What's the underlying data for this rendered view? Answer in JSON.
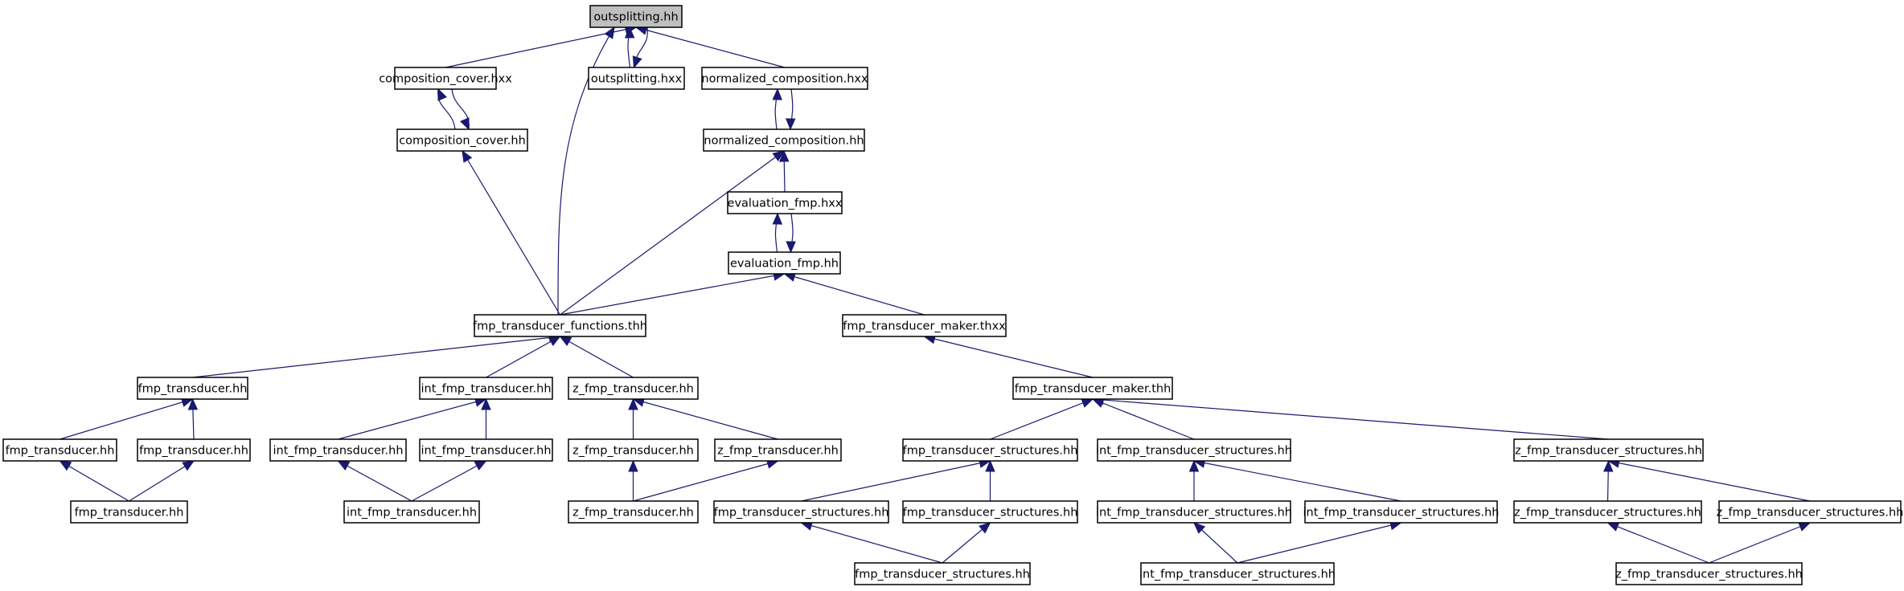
{
  "diagram": {
    "root_label": "outsplitting.hh",
    "labels": {
      "outsplitting_hh": "outsplitting.hh",
      "composition_cover_hxx": "composition_cover.hxx",
      "outsplitting_hxx": "outsplitting.hxx",
      "normalized_composition_hxx": "normalized_composition.hxx",
      "composition_cover_hh": "composition_cover.hh",
      "normalized_composition_hh": "normalized_composition.hh",
      "evaluation_fmp_hxx": "evaluation_fmp.hxx",
      "evaluation_fmp_hh": "evaluation_fmp.hh",
      "fmp_transducer_functions_thh": "fmp_transducer_functions.thh",
      "fmp_transducer_maker_thxx": "fmp_transducer_maker.thxx",
      "fmp_transducer_hh_a": "fmp_transducer.hh",
      "int_fmp_transducer_hh_a": "int_fmp_transducer.hh",
      "z_fmp_transducer_hh_a": "z_fmp_transducer.hh",
      "fmp_transducer_maker_thh": "fmp_transducer_maker.thh",
      "fmp_transducer_hh_b": "fmp_transducer.hh",
      "fmp_transducer_hh_c": "fmp_transducer.hh",
      "int_fmp_transducer_hh_b": "int_fmp_transducer.hh",
      "int_fmp_transducer_hh_c": "int_fmp_transducer.hh",
      "z_fmp_transducer_hh_b": "z_fmp_transducer.hh",
      "z_fmp_transducer_hh_c": "z_fmp_transducer.hh",
      "fmp_transducer_structures_hh_a": "fmp_transducer_structures.hh",
      "int_fmp_transducer_structures_hh_a": "int_fmp_transducer_structures.hh",
      "z_fmp_transducer_structures_hh_a": "z_fmp_transducer_structures.hh",
      "fmp_transducer_hh_d": "fmp_transducer.hh",
      "int_fmp_transducer_hh_d": "int_fmp_transducer.hh",
      "z_fmp_transducer_hh_d": "z_fmp_transducer.hh",
      "fmp_transducer_structures_hh_b": "fmp_transducer_structures.hh",
      "fmp_transducer_structures_hh_c": "fmp_transducer_structures.hh",
      "int_fmp_transducer_structures_hh_b": "int_fmp_transducer_structures.hh",
      "int_fmp_transducer_structures_hh_c": "int_fmp_transducer_structures.hh",
      "z_fmp_transducer_structures_hh_b": "z_fmp_transducer_structures.hh",
      "z_fmp_transducer_structures_hh_c": "z_fmp_transducer_structures.hh",
      "fmp_transducer_structures_hh_d": "fmp_transducer_structures.hh",
      "int_fmp_transducer_structures_hh_d": "int_fmp_transducer_structures.hh",
      "z_fmp_transducer_structures_hh_d": "z_fmp_transducer_structures.hh"
    },
    "edges": [
      [
        "composition_cover_hxx",
        "outsplitting_hh"
      ],
      [
        "fmp_transducer_functions_thh",
        "outsplitting_hh"
      ],
      [
        "outsplitting_hh",
        "outsplitting_hxx"
      ],
      [
        "outsplitting_hxx",
        "outsplitting_hh"
      ],
      [
        "normalized_composition_hxx",
        "outsplitting_hh"
      ],
      [
        "composition_cover_hh",
        "composition_cover_hxx"
      ],
      [
        "composition_cover_hxx",
        "composition_cover_hh"
      ],
      [
        "normalized_composition_hh",
        "normalized_composition_hxx"
      ],
      [
        "normalized_composition_hxx",
        "normalized_composition_hh"
      ],
      [
        "fmp_transducer_functions_thh",
        "composition_cover_hh"
      ],
      [
        "fmp_transducer_functions_thh",
        "normalized_composition_hh"
      ],
      [
        "evaluation_fmp_hxx",
        "normalized_composition_hh"
      ],
      [
        "evaluation_fmp_hh",
        "evaluation_fmp_hxx"
      ],
      [
        "evaluation_fmp_hxx",
        "evaluation_fmp_hh"
      ],
      [
        "fmp_transducer_functions_thh",
        "evaluation_fmp_hh"
      ],
      [
        "fmp_transducer_maker_thxx",
        "evaluation_fmp_hh"
      ],
      [
        "fmp_transducer_hh_a",
        "fmp_transducer_functions_thh"
      ],
      [
        "int_fmp_transducer_hh_a",
        "fmp_transducer_functions_thh"
      ],
      [
        "z_fmp_transducer_hh_a",
        "fmp_transducer_functions_thh"
      ],
      [
        "fmp_transducer_maker_thh",
        "fmp_transducer_maker_thxx"
      ],
      [
        "fmp_transducer_hh_b",
        "fmp_transducer_hh_a"
      ],
      [
        "fmp_transducer_hh_c",
        "fmp_transducer_hh_a"
      ],
      [
        "int_fmp_transducer_hh_b",
        "int_fmp_transducer_hh_a"
      ],
      [
        "int_fmp_transducer_hh_c",
        "int_fmp_transducer_hh_a"
      ],
      [
        "z_fmp_transducer_hh_b",
        "z_fmp_transducer_hh_a"
      ],
      [
        "z_fmp_transducer_hh_c",
        "z_fmp_transducer_hh_a"
      ],
      [
        "fmp_transducer_structures_hh_a",
        "fmp_transducer_maker_thh"
      ],
      [
        "int_fmp_transducer_structures_hh_a",
        "fmp_transducer_maker_thh"
      ],
      [
        "z_fmp_transducer_structures_hh_a",
        "fmp_transducer_maker_thh"
      ],
      [
        "fmp_transducer_hh_d",
        "fmp_transducer_hh_b"
      ],
      [
        "fmp_transducer_hh_d",
        "fmp_transducer_hh_c"
      ],
      [
        "int_fmp_transducer_hh_d",
        "int_fmp_transducer_hh_b"
      ],
      [
        "int_fmp_transducer_hh_d",
        "int_fmp_transducer_hh_c"
      ],
      [
        "z_fmp_transducer_hh_d",
        "z_fmp_transducer_hh_b"
      ],
      [
        "z_fmp_transducer_hh_d",
        "z_fmp_transducer_hh_c"
      ],
      [
        "fmp_transducer_structures_hh_b",
        "fmp_transducer_structures_hh_a"
      ],
      [
        "fmp_transducer_structures_hh_c",
        "fmp_transducer_structures_hh_a"
      ],
      [
        "int_fmp_transducer_structures_hh_b",
        "int_fmp_transducer_structures_hh_a"
      ],
      [
        "int_fmp_transducer_structures_hh_c",
        "int_fmp_transducer_structures_hh_a"
      ],
      [
        "z_fmp_transducer_structures_hh_b",
        "z_fmp_transducer_structures_hh_a"
      ],
      [
        "z_fmp_transducer_structures_hh_c",
        "z_fmp_transducer_structures_hh_a"
      ],
      [
        "fmp_transducer_structures_hh_d",
        "fmp_transducer_structures_hh_b"
      ],
      [
        "fmp_transducer_structures_hh_d",
        "fmp_transducer_structures_hh_c"
      ],
      [
        "int_fmp_transducer_structures_hh_d",
        "int_fmp_transducer_structures_hh_b"
      ],
      [
        "int_fmp_transducer_structures_hh_d",
        "int_fmp_transducer_structures_hh_c"
      ],
      [
        "z_fmp_transducer_structures_hh_d",
        "z_fmp_transducer_structures_hh_b"
      ],
      [
        "z_fmp_transducer_structures_hh_d",
        "z_fmp_transducer_structures_hh_c"
      ]
    ],
    "colors": {
      "edge": "#191970",
      "node_border": "#000000",
      "node_fill": "#ffffff",
      "root_fill": "#bfbfbf"
    }
  }
}
